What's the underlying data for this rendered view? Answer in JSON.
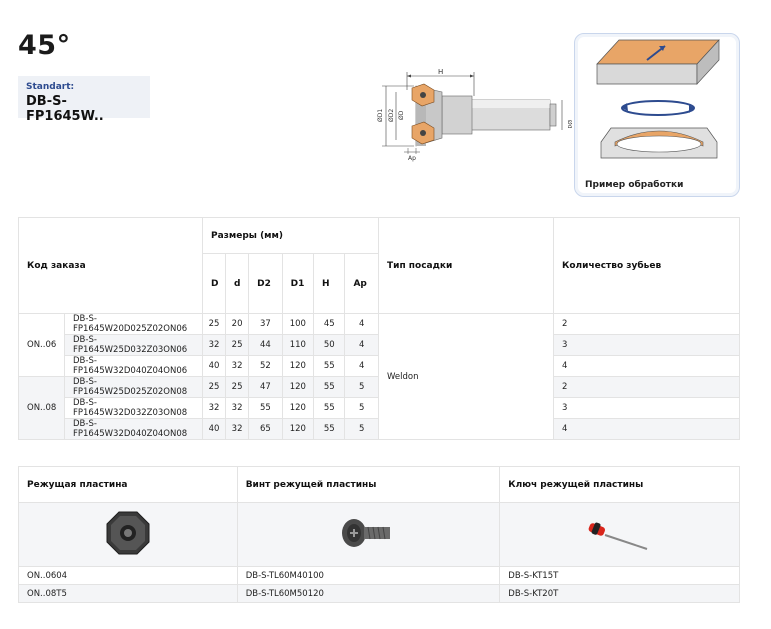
{
  "page": {
    "title": "45°",
    "standard_label": "Standart:",
    "standard_code": "DB-S-FP1645W.."
  },
  "drawing": {
    "dim_h": "H",
    "dim_d1": "ØD1",
    "dim_d2": "ØD2",
    "dim_d": "ØD",
    "dim_ap": "Ap",
    "dim_dd": "Ød"
  },
  "example": {
    "caption": "Пример обработки"
  },
  "colors": {
    "orange": "#e8a567",
    "steel": "#d8d8d8",
    "blue": "#2d4b8f"
  },
  "main_table": {
    "col_code": "Код заказа",
    "col_sizes": "Размеры (мм)",
    "col_mount": "Тип посадки",
    "col_teeth": "Количество зубьев",
    "size_cols": [
      "D",
      "d",
      "D2",
      "D1",
      "H",
      "Ap"
    ],
    "mount_value": "Weldon",
    "groups": [
      {
        "name": "ON..06",
        "rows": [
          {
            "code": "DB-S-FP1645W20D025Z02ON06",
            "D": "25",
            "d": "20",
            "D2": "37",
            "D1": "100",
            "H": "45",
            "Ap": "4",
            "teeth": "2"
          },
          {
            "code": "DB-S-FP1645W25D032Z03ON06",
            "D": "32",
            "d": "25",
            "D2": "44",
            "D1": "110",
            "H": "50",
            "Ap": "4",
            "teeth": "3"
          },
          {
            "code": "DB-S-FP1645W32D040Z04ON06",
            "D": "40",
            "d": "32",
            "D2": "52",
            "D1": "120",
            "H": "55",
            "Ap": "4",
            "teeth": "4"
          }
        ]
      },
      {
        "name": "ON..08",
        "rows": [
          {
            "code": "DB-S-FP1645W25D025Z02ON08",
            "D": "25",
            "d": "25",
            "D2": "47",
            "D1": "120",
            "H": "55",
            "Ap": "5",
            "teeth": "2"
          },
          {
            "code": "DB-S-FP1645W32D032Z03ON08",
            "D": "32",
            "d": "32",
            "D2": "55",
            "D1": "120",
            "H": "55",
            "Ap": "5",
            "teeth": "3"
          },
          {
            "code": "DB-S-FP1645W32D040Z04ON08",
            "D": "40",
            "d": "32",
            "D2": "65",
            "D1": "120",
            "H": "55",
            "Ap": "5",
            "teeth": "4"
          }
        ]
      }
    ]
  },
  "parts_table": {
    "col_insert": "Режущая пластина",
    "col_screw": "Винт режущей пластины",
    "col_key": "Ключ режущей пластины",
    "rows": [
      {
        "insert": "ON..0604",
        "screw": "DB-S-TL60M40100",
        "key": "DB-S-KT15T"
      },
      {
        "insert": "ON..08T5",
        "screw": "DB-S-TL60M50120",
        "key": "DB-S-KT20T"
      }
    ]
  }
}
